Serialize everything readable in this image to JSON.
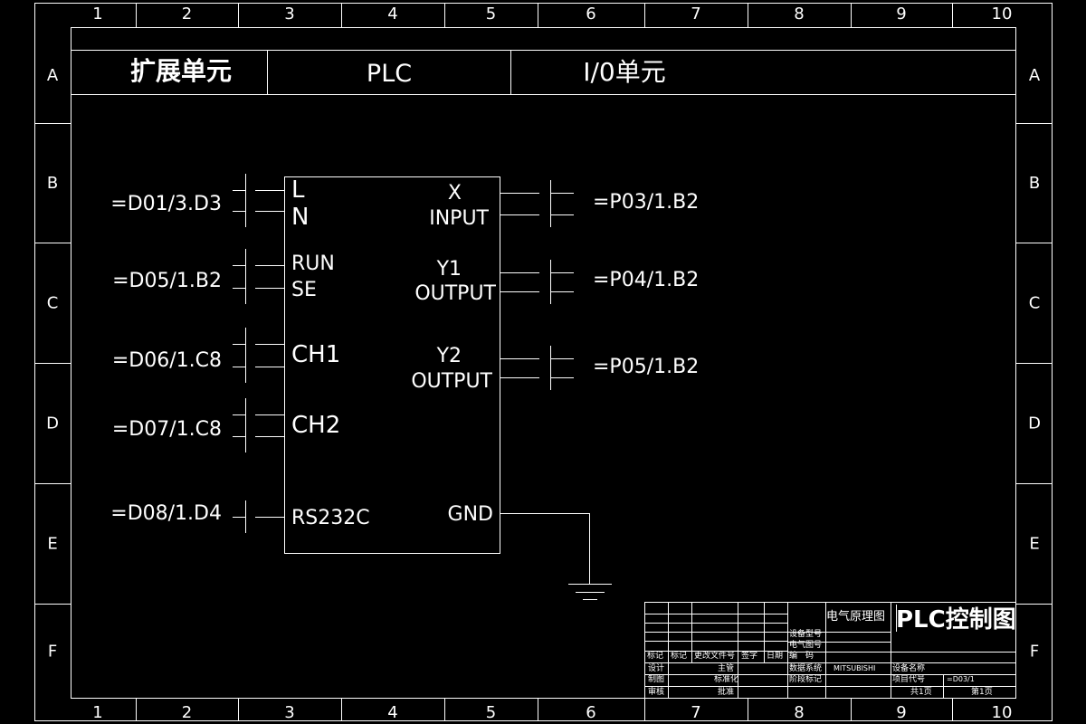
{
  "columns": [
    "1",
    "2",
    "3",
    "4",
    "5",
    "6",
    "7",
    "8",
    "9",
    "10"
  ],
  "rows": [
    "A",
    "B",
    "C",
    "D",
    "E",
    "F"
  ],
  "header": {
    "left": "扩展单元",
    "center": "PLC",
    "right": "I/0单元"
  },
  "plc": {
    "left_pins": [
      {
        "labels": [
          "L",
          "N"
        ],
        "ref": "=D01/3.D3"
      },
      {
        "labels": [
          "RUN",
          "SE"
        ],
        "ref": "=D05/1.B2"
      },
      {
        "labels": [
          "CH1"
        ],
        "ref": "=D06/1.C8"
      },
      {
        "labels": [
          "CH2"
        ],
        "ref": "=D07/1.C8"
      },
      {
        "labels": [
          "RS232C"
        ],
        "ref": "=D08/1.D4"
      }
    ],
    "right_pins": [
      {
        "labels": [
          "X",
          "INPUT"
        ],
        "ref": "=P03/1.B2"
      },
      {
        "labels": [
          "Y1",
          "OUTPUT"
        ],
        "ref": "=P04/1.B2"
      },
      {
        "labels": [
          "Y2",
          "OUTPUT"
        ],
        "ref": "=P05/1.B2"
      },
      {
        "labels": [
          "GND"
        ],
        "ref": ""
      }
    ]
  },
  "title_block": {
    "drawing_type": "电气原理图",
    "drawing_name": "PLC控制图",
    "device_model": "设备型号",
    "drawing_no": "电气图号",
    "rev_headers": [
      "标记",
      "标记",
      "更改文件号",
      "签字",
      "日期"
    ],
    "code_label": "编　码",
    "system_label": "数据系统",
    "system_value": "MITSUBISHI",
    "device_name": "设备名称",
    "stage_label": "阶段标记",
    "project_label": "项目代号",
    "project_value": "=D03/1",
    "design": "设计",
    "supervisor": "主管",
    "drafting": "制图",
    "standardize": "标准化",
    "review": "审核",
    "approve": "批准",
    "total_pages": "共1页",
    "page_no": "第1页"
  }
}
